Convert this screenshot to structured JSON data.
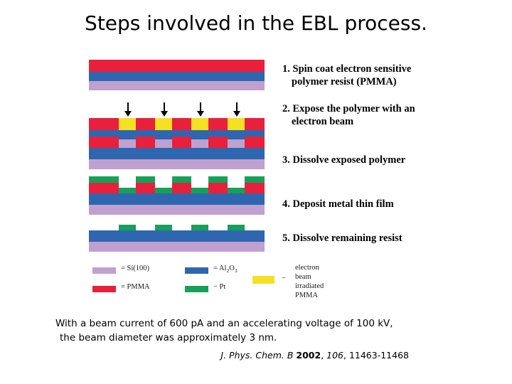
{
  "title": "Steps involved in the EBL process.",
  "steps": [
    {
      "num": "1.",
      "line1": "Spin coat electron sensitive",
      "line2": "polymer resist (PMMA)"
    },
    {
      "num": "2.",
      "line1": "Expose the polymer with an",
      "line2": "electron beam"
    },
    {
      "num": "3.",
      "line1": "Dissolve exposed polymer",
      "line2": ""
    },
    {
      "num": "4.",
      "line1": "Deposit metal thin film",
      "line2": ""
    },
    {
      "num": "5.",
      "line1": "Dissolve remaining  resist",
      "line2": ""
    }
  ],
  "legend": {
    "si_eq": "= Si(100)",
    "si_color": "#C0A0CE",
    "al2o3_eq": "= Al",
    "al2o3_sub": "2",
    "al2o3_eq2": "O",
    "al2o3_sub2": "3",
    "al2o3_color": "#2E67B0",
    "pmma_eq": "= PMMA",
    "pmma_color": "#E8203C",
    "pt_eq": "− Pt",
    "pt_color": "#17A05A",
    "yellow_color": "#F5E024",
    "yellow_dash": "−",
    "yellow_l1": "electron",
    "yellow_l2": "beam",
    "yellow_l3": "irradiated",
    "yellow_l4": "PMMA"
  },
  "caption": {
    "line1": "With a beam current of 600 pA and an accelerating voltage of 100 kV,",
    "line2": "the beam diameter was approximately 3 nm."
  },
  "citation": {
    "journal": "J. Phys. Chem. B ",
    "year": "2002",
    "comma1": ", ",
    "volume": "106",
    "comma2": ", ",
    "pages": "11463-11468"
  },
  "colors": {
    "pmma_red": "#E8203C",
    "al2o3_blue": "#2E67B0",
    "si_purple": "#C0A0CE",
    "pt_green": "#17A05A",
    "irradiated_yellow": "#F5E024",
    "background": "#FFFFFF",
    "text": "#000000"
  }
}
